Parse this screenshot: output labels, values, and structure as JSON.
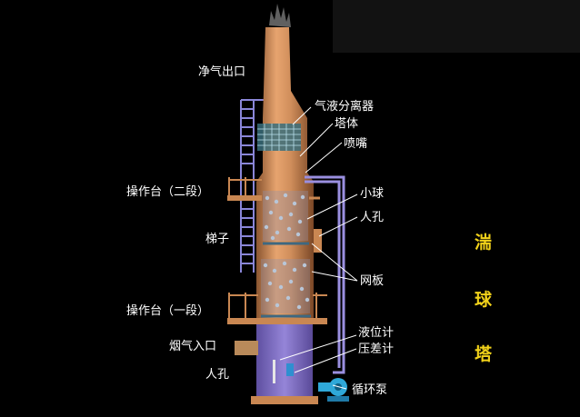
{
  "title": [
    "湍",
    "球",
    "塔"
  ],
  "labels": {
    "gas_outlet": "净气出口",
    "separator": "气液分离器",
    "tower_body": "塔体",
    "nozzle": "喷嘴",
    "platform_2": "操作台（二段）",
    "small_ball": "小球",
    "manhole_upper": "人孔",
    "ladder": "梯子",
    "mesh_plate": "网板",
    "platform_1": "操作台（一段）",
    "level_gauge": "液位计",
    "flue_inlet": "烟气入口",
    "diff_pressure": "压差计",
    "manhole_lower": "人孔",
    "pump": "循环泵"
  },
  "colors": {
    "background": "#000000",
    "tower": "#c98752",
    "label": "#ffffff",
    "title": "#f2d21a",
    "pipe": "#9a8fe0",
    "tank": "#8070c8",
    "pump": "#2fa8d8"
  }
}
